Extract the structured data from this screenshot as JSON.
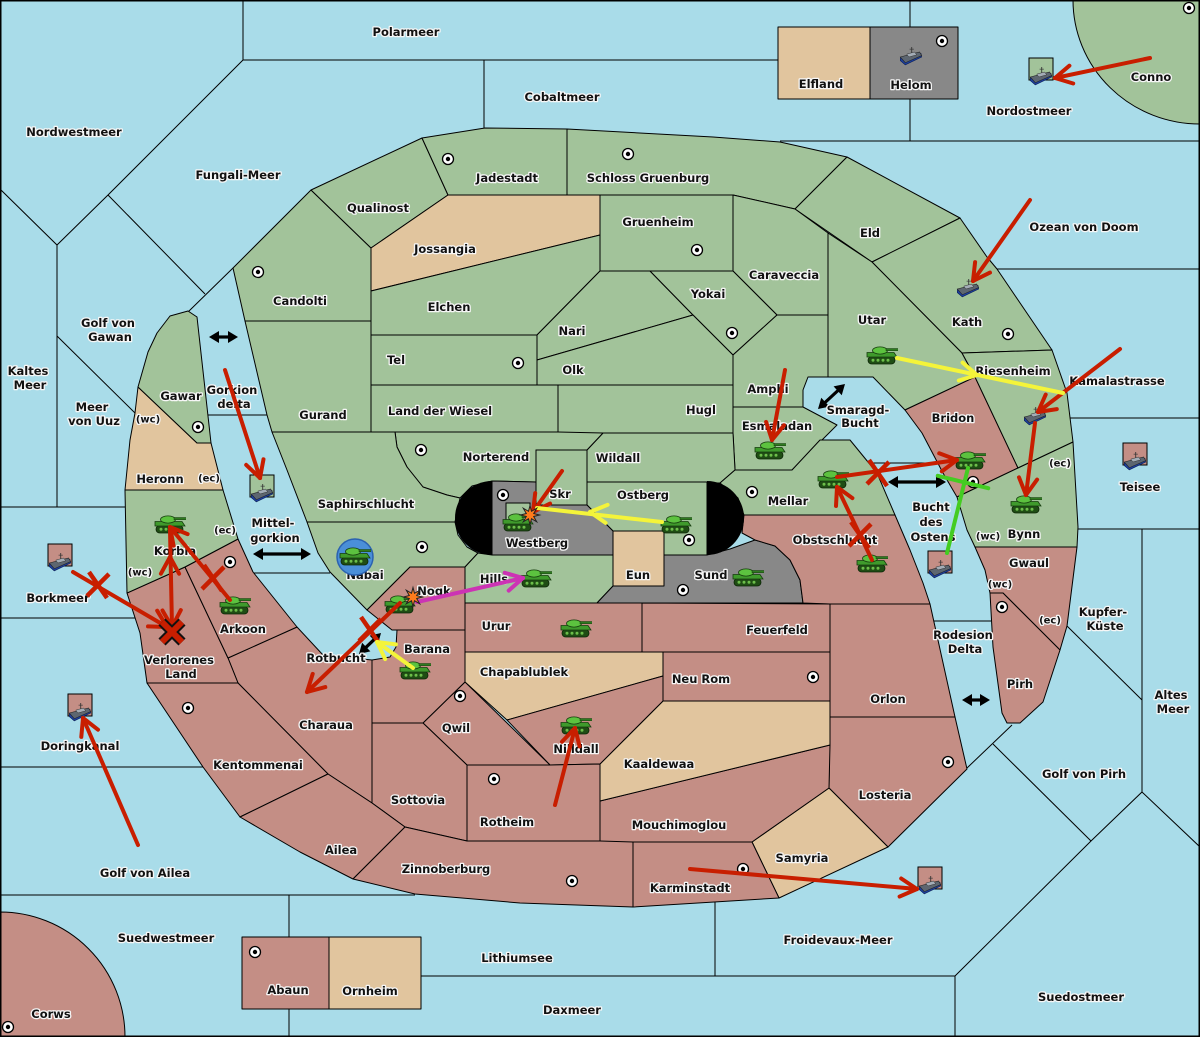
{
  "colors": {
    "sea": "#a9dce9",
    "land_green": "#a2c39a",
    "land_pink": "#c48e85",
    "land_gray": "#888888",
    "land_neutral": "#e1c59e",
    "impassable": "#000000",
    "order_move": "#c81e00",
    "order_support_move": "#f4f43a",
    "order_support_hold": "#44cc22",
    "order_retreat": "#cc33b4",
    "crossing_marker": "#000000",
    "build_marker": "#4a8fd8",
    "dislodged_marker": "#ff7b1c"
  },
  "icons": {
    "army": "tank-icon",
    "fleet": "ship-icon",
    "supply_center": "supply-center-icon",
    "dislodged": "explosion-icon",
    "bounce": "bounce-x-icon",
    "build": "build-circle-icon",
    "crossing": "double-arrow-icon"
  },
  "territories": {
    "polarmeer": {
      "name": "Polarmeer",
      "type": "sea"
    },
    "cobaltmeer": {
      "name": "Cobaltmeer",
      "type": "sea"
    },
    "nordwestmeer": {
      "name": "Nordwestmeer",
      "type": "sea"
    },
    "fungali_meer": {
      "name": "Fungali-Meer",
      "type": "sea"
    },
    "nordostmeer": {
      "name": "Nordostmeer",
      "type": "sea"
    },
    "ozean_von_doom": {
      "name": "Ozean von Doom",
      "type": "sea"
    },
    "golf_von_gawan": {
      "name": "Golf von Gawan",
      "type": "sea",
      "label_lines": [
        "Golf von",
        "Gawan"
      ]
    },
    "kaltes_meer": {
      "name": "Kaltes Meer",
      "type": "sea",
      "label_lines": [
        "Kaltes",
        "Meer"
      ]
    },
    "meer_von_uuz": {
      "name": "Meer von Uuz",
      "type": "sea",
      "label_lines": [
        "Meer",
        "von Uuz"
      ]
    },
    "gorkion_delta": {
      "name": "Gorkion delta",
      "type": "sea",
      "label_lines": [
        "Gorkion",
        "delta"
      ]
    },
    "mittelgorkion": {
      "name": "Mittelgorkion",
      "type": "sea",
      "label_lines": [
        "Mittel-",
        "gorkion"
      ]
    },
    "borkmeer": {
      "name": "Borkmeer",
      "type": "sea"
    },
    "doringkanal": {
      "name": "Doringkanal",
      "type": "sea"
    },
    "golf_von_ailea": {
      "name": "Golf von Ailea",
      "type": "sea"
    },
    "suedwestmeer": {
      "name": "Suedwestmeer",
      "type": "sea"
    },
    "lithiumsee": {
      "name": "Lithiumsee",
      "type": "sea"
    },
    "daxmeer": {
      "name": "Daxmeer",
      "type": "sea"
    },
    "froidevaux_meer": {
      "name": "Froidevaux-Meer",
      "type": "sea"
    },
    "suedostmeer": {
      "name": "Suedostmeer",
      "type": "sea"
    },
    "golf_von_pirh": {
      "name": "Golf von Pirh",
      "type": "sea"
    },
    "altes_meer": {
      "name": "Altes Meer",
      "type": "sea",
      "label_lines": [
        "Altes",
        "Meer"
      ]
    },
    "kupfer_kueste": {
      "name": "Kupfer-Küste",
      "type": "sea",
      "label_lines": [
        "Kupfer-",
        "Küste"
      ]
    },
    "teisee": {
      "name": "Teisee",
      "type": "sea"
    },
    "kamalastrasse": {
      "name": "Kamalastrasse",
      "type": "sea"
    },
    "rodesion_delta": {
      "name": "Rodesion Delta",
      "type": "sea",
      "label_lines": [
        "Rodesion",
        "Delta"
      ]
    },
    "bucht_des_ostens": {
      "name": "Bucht des Ostens",
      "type": "sea",
      "label_lines": [
        "Bucht",
        "des",
        "Ostens"
      ]
    },
    "smaragd_bucht": {
      "name": "Smaragd-Bucht",
      "type": "sea",
      "label_lines": [
        "Smaragd-",
        "Bucht"
      ]
    },
    "rotbucht": {
      "name": "Rotbucht",
      "type": "sea"
    },
    "conno": {
      "name": "Conno",
      "type": "land",
      "owner": "green",
      "supply_center": true
    },
    "elfland": {
      "name": "Elfland",
      "type": "land",
      "owner": "neutral",
      "supply_center": false
    },
    "helom": {
      "name": "Helom",
      "type": "land",
      "owner": "gray",
      "supply_center": true
    },
    "qualinost": {
      "name": "Qualinost",
      "type": "land",
      "owner": "green",
      "supply_center": false
    },
    "jadestadt": {
      "name": "Jadestadt",
      "type": "land",
      "owner": "green",
      "supply_center": true
    },
    "schloss_gruenburg": {
      "name": "Schloss Gruenburg",
      "type": "land",
      "owner": "green",
      "supply_center": true
    },
    "jossangia": {
      "name": "Jossangia",
      "type": "land",
      "owner": "neutral",
      "supply_center": false
    },
    "gruenheim": {
      "name": "Gruenheim",
      "type": "land",
      "owner": "green",
      "supply_center": true
    },
    "eld": {
      "name": "Eld",
      "type": "land",
      "owner": "green",
      "supply_center": false
    },
    "caravecchia": {
      "name": "Caraveccia",
      "type": "land",
      "owner": "green",
      "supply_center": false
    },
    "candolti": {
      "name": "Candolti",
      "type": "land",
      "owner": "green",
      "supply_center": true
    },
    "elchen": {
      "name": "Elchen",
      "type": "land",
      "owner": "green",
      "supply_center": false
    },
    "yokai": {
      "name": "Yokai",
      "type": "land",
      "owner": "green",
      "supply_center": true
    },
    "nari": {
      "name": "Nari",
      "type": "land",
      "owner": "green",
      "supply_center": false
    },
    "utar": {
      "name": "Utar",
      "type": "land",
      "owner": "green",
      "supply_center": false
    },
    "kath": {
      "name": "Kath",
      "type": "land",
      "owner": "green",
      "supply_center": true
    },
    "tel": {
      "name": "Tel",
      "type": "land",
      "owner": "green",
      "supply_center": true
    },
    "olk": {
      "name": "Olk",
      "type": "land",
      "owner": "green",
      "supply_center": false
    },
    "riesenheim": {
      "name": "Riesenheim",
      "type": "land",
      "owner": "green",
      "supply_center": false
    },
    "amphi": {
      "name": "Amphi",
      "type": "land",
      "owner": "green",
      "supply_center": false
    },
    "gawar": {
      "name": "Gawar",
      "type": "land",
      "owner": "green",
      "supply_center": true
    },
    "gurand": {
      "name": "Gurand",
      "type": "land",
      "owner": "green",
      "supply_center": false
    },
    "land_der_wiesel": {
      "name": "Land der Wiesel",
      "type": "land",
      "owner": "green",
      "supply_center": false
    },
    "hugl": {
      "name": "Hugl",
      "type": "land",
      "owner": "green",
      "supply_center": false
    },
    "esmaladan": {
      "name": "Esmaladan",
      "type": "land",
      "owner": "green",
      "supply_center": false
    },
    "bridon": {
      "name": "Bridon",
      "type": "land",
      "owner": "pink",
      "supply_center": true
    },
    "norterend": {
      "name": "Norterend",
      "type": "land",
      "owner": "green",
      "supply_center": true
    },
    "wildall": {
      "name": "Wildall",
      "type": "land",
      "owner": "green",
      "supply_center": false
    },
    "heronn": {
      "name": "Heronn",
      "type": "land",
      "owner": "neutral",
      "supply_center": false
    },
    "skr": {
      "name": "Skr",
      "type": "land",
      "owner": "green",
      "supply_center": false
    },
    "ostberg": {
      "name": "Ostberg",
      "type": "land",
      "owner": "green",
      "supply_center": true
    },
    "mellar": {
      "name": "Mellar",
      "type": "land",
      "owner": "green",
      "supply_center": true
    },
    "saphirschlucht": {
      "name": "Saphirschlucht",
      "type": "land",
      "owner": "green",
      "supply_center": false
    },
    "westberg": {
      "name": "Westberg",
      "type": "land",
      "owner": "gray",
      "supply_center": true
    },
    "obstschlucht": {
      "name": "Obstschlucht",
      "type": "land",
      "owner": "pink",
      "supply_center": false
    },
    "bynn": {
      "name": "Bynn",
      "type": "land",
      "owner": "green",
      "supply_center": false
    },
    "korbia": {
      "name": "Korbia",
      "type": "land",
      "owner": "green",
      "supply_center": false
    },
    "nabai": {
      "name": "Nabai",
      "type": "land",
      "owner": "green",
      "supply_center": true
    },
    "eun": {
      "name": "Eun",
      "type": "land",
      "owner": "neutral",
      "supply_center": false
    },
    "sund": {
      "name": "Sund",
      "type": "land",
      "owner": "gray",
      "supply_center": true
    },
    "gwaul": {
      "name": "Gwaul",
      "type": "land",
      "owner": "pink",
      "supply_center": false
    },
    "hills": {
      "name": "Hills",
      "type": "land",
      "owner": "green",
      "supply_center": false
    },
    "nogk": {
      "name": "Nogk",
      "type": "land",
      "owner": "pink",
      "supply_center": false
    },
    "arkoon": {
      "name": "Arkoon",
      "type": "land",
      "owner": "pink",
      "supply_center": true
    },
    "urur": {
      "name": "Urur",
      "type": "land",
      "owner": "pink",
      "supply_center": false
    },
    "feuerfeld": {
      "name": "Feuerfeld",
      "type": "land",
      "owner": "pink",
      "supply_center": false
    },
    "barana": {
      "name": "Barana",
      "type": "land",
      "owner": "pink",
      "supply_center": false
    },
    "verlorenes_land": {
      "name": "Verlorenes Land",
      "type": "land",
      "owner": "pink",
      "supply_center": false,
      "label_lines": [
        "Verlorenes",
        "Land"
      ]
    },
    "chapablublek": {
      "name": "Chapablublek",
      "type": "land",
      "owner": "neutral",
      "supply_center": false
    },
    "neu_rom": {
      "name": "Neu Rom",
      "type": "land",
      "owner": "pink",
      "supply_center": true
    },
    "pirh": {
      "name": "Pirh",
      "type": "land",
      "owner": "pink",
      "supply_center": true
    },
    "orlon": {
      "name": "Orlon",
      "type": "land",
      "owner": "pink",
      "supply_center": false
    },
    "charaua": {
      "name": "Charaua",
      "type": "land",
      "owner": "pink",
      "supply_center": false
    },
    "qwil": {
      "name": "Qwil",
      "type": "land",
      "owner": "pink",
      "supply_center": true
    },
    "nilldall": {
      "name": "Nilldall",
      "type": "land",
      "owner": "pink",
      "supply_center": false
    },
    "kaaldewaa": {
      "name": "Kaaldewaa",
      "type": "land",
      "owner": "neutral",
      "supply_center": false
    },
    "kentommenai": {
      "name": "Kentommenai",
      "type": "land",
      "owner": "pink",
      "supply_center": true
    },
    "losteria": {
      "name": "Losteria",
      "type": "land",
      "owner": "pink",
      "supply_center": true
    },
    "sottovia": {
      "name": "Sottovia",
      "type": "land",
      "owner": "pink",
      "supply_center": false
    },
    "rotheim": {
      "name": "Rotheim",
      "type": "land",
      "owner": "pink",
      "supply_center": true
    },
    "mouchimoglou": {
      "name": "Mouchimoglou",
      "type": "land",
      "owner": "pink",
      "supply_center": false
    },
    "ailea": {
      "name": "Ailea",
      "type": "land",
      "owner": "pink",
      "supply_center": false
    },
    "samyria": {
      "name": "Samyria",
      "type": "land",
      "owner": "neutral",
      "supply_center": false
    },
    "zinnoberburg": {
      "name": "Zinnoberburg",
      "type": "land",
      "owner": "pink",
      "supply_center": true
    },
    "karminstadt": {
      "name": "Karminstadt",
      "type": "land",
      "owner": "pink",
      "supply_center": true
    },
    "abaun": {
      "name": "Abaun",
      "type": "land",
      "owner": "pink",
      "supply_center": true
    },
    "ornheim": {
      "name": "Ornheim",
      "type": "land",
      "owner": "neutral",
      "supply_center": false
    },
    "corws": {
      "name": "Corws",
      "type": "land",
      "owner": "pink",
      "supply_center": true
    }
  },
  "coasts": [
    {
      "territory": "heronn",
      "label": "(wc)"
    },
    {
      "territory": "heronn",
      "label": "(ec)"
    },
    {
      "territory": "korbia",
      "label": "(ec)"
    },
    {
      "territory": "korbia",
      "label": "(wc)"
    },
    {
      "territory": "bynn",
      "label": "(ec)"
    },
    {
      "territory": "bynn",
      "label": "(wc)"
    },
    {
      "territory": "gwaul",
      "label": "(wc)"
    },
    {
      "territory": "gwaul",
      "label": "(ec)"
    }
  ],
  "units": [
    {
      "type": "fleet",
      "territory": "helom",
      "owner": "gray"
    },
    {
      "type": "fleet",
      "territory": "nordostmeer",
      "owner": "green"
    },
    {
      "type": "fleet",
      "territory": "kath",
      "owner": "green"
    },
    {
      "type": "fleet",
      "territory": "mittelgorkion",
      "owner": "green"
    },
    {
      "type": "fleet",
      "territory": "borkmeer",
      "owner": "pink"
    },
    {
      "type": "fleet",
      "territory": "doringkanal",
      "owner": "pink"
    },
    {
      "type": "fleet",
      "territory": "riesenheim",
      "owner": "green"
    },
    {
      "type": "fleet",
      "territory": "teisee",
      "owner": "pink"
    },
    {
      "type": "fleet",
      "territory": "bucht_des_ostens",
      "owner": "pink"
    },
    {
      "type": "fleet",
      "territory": "froidevaux_meer",
      "owner": "pink"
    },
    {
      "type": "army",
      "territory": "korbia",
      "owner": "green"
    },
    {
      "type": "army",
      "territory": "arkoon",
      "owner": "pink"
    },
    {
      "type": "army",
      "territory": "esmaladan",
      "owner": "green"
    },
    {
      "type": "army",
      "territory": "utar",
      "owner": "green"
    },
    {
      "type": "army",
      "territory": "mellar",
      "owner": "green"
    },
    {
      "type": "army",
      "territory": "bridon",
      "owner": "pink"
    },
    {
      "type": "army",
      "territory": "bynn",
      "owner": "green"
    },
    {
      "type": "army",
      "territory": "obstschlucht",
      "owner": "pink"
    },
    {
      "type": "army",
      "territory": "westberg",
      "owner": "green"
    },
    {
      "type": "army",
      "territory": "ostberg",
      "owner": "green"
    },
    {
      "type": "army",
      "territory": "hills",
      "owner": "green"
    },
    {
      "type": "army",
      "territory": "sund",
      "owner": "gray"
    },
    {
      "type": "army",
      "territory": "nabai",
      "owner": "green"
    },
    {
      "type": "army",
      "territory": "nogk",
      "owner": "pink"
    },
    {
      "type": "army",
      "territory": "barana",
      "owner": "pink"
    },
    {
      "type": "army",
      "territory": "urur",
      "owner": "pink"
    },
    {
      "type": "army",
      "territory": "nilldall",
      "owner": "pink"
    }
  ],
  "orders": [
    {
      "type": "move",
      "from": "conno",
      "to": "nordostmeer",
      "result": "success"
    },
    {
      "type": "move",
      "from": "ozean_von_doom",
      "to": "kath",
      "result": "success"
    },
    {
      "type": "move",
      "from": "kamalastrasse",
      "to": "riesenheim",
      "result": "success"
    },
    {
      "type": "support_move",
      "unit": "utar",
      "from": "kamalastrasse",
      "to": "riesenheim"
    },
    {
      "type": "move",
      "from": "riesenheim",
      "to": "bynn",
      "result": "success"
    },
    {
      "type": "move",
      "from": "amphi",
      "to": "esmaladan",
      "result": "success"
    },
    {
      "type": "move",
      "from": "mellar",
      "to": "bridon",
      "result": "failed"
    },
    {
      "type": "support_hold",
      "unit": "bucht_des_ostens",
      "target": "bridon"
    },
    {
      "type": "move",
      "from": "obstschlucht",
      "to": "mellar",
      "result": "failed"
    },
    {
      "type": "move",
      "from": "gorkion_delta",
      "to": "mittelgorkion",
      "result": "success"
    },
    {
      "type": "move",
      "from": "borkmeer",
      "to": "verlorenes_land",
      "result": "failed"
    },
    {
      "type": "move",
      "from": "korbia",
      "to": "verlorenes_land",
      "result": "bounce"
    },
    {
      "type": "move",
      "from": "arkoon",
      "to": "korbia",
      "result": "failed"
    },
    {
      "type": "move",
      "from": "nogk",
      "to": "charaua",
      "result": "failed"
    },
    {
      "type": "support_move",
      "unit": "barana",
      "from": "nogk",
      "to": "charaua"
    },
    {
      "type": "retreat",
      "from": "nogk",
      "to": "hills"
    },
    {
      "type": "move",
      "from": "skr",
      "to": "westberg",
      "result": "success"
    },
    {
      "type": "support_move",
      "unit": "ostberg",
      "from": "skr",
      "to": "westberg"
    },
    {
      "type": "move",
      "from": "rotheim",
      "to": "nilldall",
      "result": "success"
    },
    {
      "type": "move",
      "from": "karminstadt",
      "to": "froidevaux_meer",
      "result": "success"
    },
    {
      "type": "move",
      "from": "golf_von_ailea",
      "to": "doringkanal",
      "result": "success"
    }
  ],
  "markers": [
    {
      "type": "dislodged",
      "territory": "westberg"
    },
    {
      "type": "dislodged",
      "territory": "nogk"
    },
    {
      "type": "bounce",
      "territory": "verlorenes_land"
    },
    {
      "type": "build",
      "territory": "nabai"
    }
  ]
}
